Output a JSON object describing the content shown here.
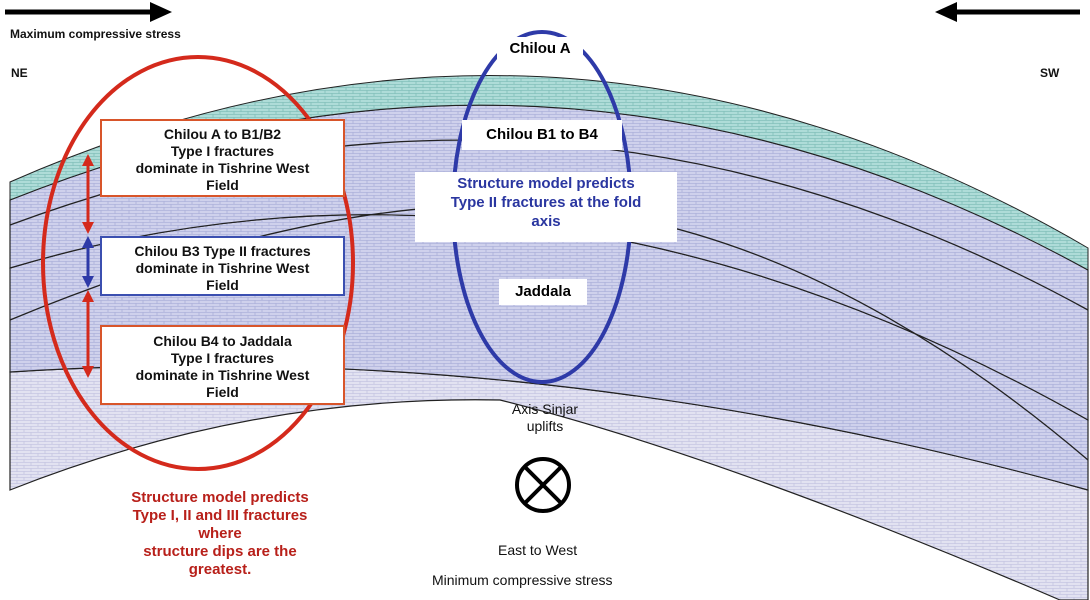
{
  "top_label": "Maximum compressive stress",
  "ne_label": "NE",
  "sw_label": "SW",
  "boxes": {
    "box1": [
      "Chilou A to B1/B2",
      "Type I fractures",
      "dominate in Tishrine West",
      "Field"
    ],
    "box2": [
      "Chilou B3 Type II fractures",
      "dominate in Tishrine West",
      "Field"
    ],
    "box3": [
      "Chilou B4 to Jaddala",
      "Type I fractures",
      "dominate in Tishrine West",
      "Field"
    ]
  },
  "layers": {
    "chilou_a": "Chilou A",
    "chilou_b1_b4": "Chilou B1 to B4",
    "jaddala": "Jaddala"
  },
  "blue_note": [
    "Structure model predicts",
    "Type II fractures at the fold",
    "axis"
  ],
  "red_note": [
    "Structure model predicts",
    "Type I, II and III fractures",
    "where",
    "structure dips are the",
    "greatest."
  ],
  "axis_label": [
    "Axis Sinjar",
    "uplifts"
  ],
  "east_west": "East to West",
  "bottom_label": "Minimum compressive stress",
  "colors": {
    "teal_layer": "#a9d9d5",
    "purple_layer": "#c9cbe8",
    "lower_layer": "#dcdced",
    "red": "#d42a1c",
    "blue": "#2e3aa8",
    "red_text": "#b8201a",
    "blue_text": "#2a36a0"
  }
}
